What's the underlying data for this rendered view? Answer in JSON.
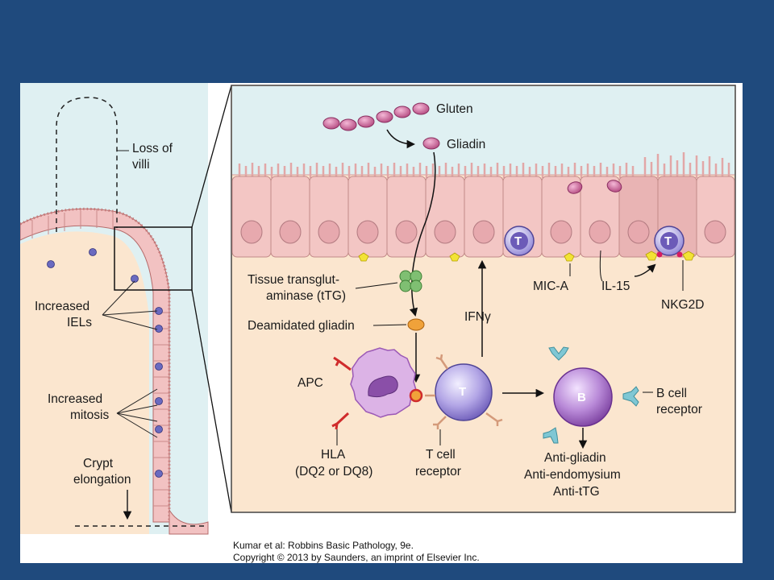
{
  "labels": {
    "loss_of_villi": [
      "Loss of",
      "villi"
    ],
    "increased_iels": [
      "Increased",
      "IELs"
    ],
    "increased_mitosis": [
      "Increased",
      "mitosis"
    ],
    "crypt_elongation": [
      "Crypt",
      "elongation"
    ],
    "gluten": "Gluten",
    "gliadin": "Gliadin",
    "ttg": [
      "Tissue transglut-",
      "aminase (tTG)"
    ],
    "deamidated_gliadin": "Deamidated gliadin",
    "ifn": "IFNγ",
    "mica": "MIC-A",
    "il15": "IL-15",
    "nkg2d": "NKG2D",
    "apc": "APC",
    "hla": [
      "HLA",
      "(DQ2 or DQ8)"
    ],
    "tcr": [
      "T cell",
      "receptor"
    ],
    "bcr": [
      "B cell",
      "receptor"
    ],
    "antibodies": [
      "Anti-gliadin",
      "Anti-endomysium",
      "Anti-tTG"
    ],
    "t_cell": "T",
    "b_cell": "B"
  },
  "credit": {
    "line1": "Kumar et al: Robbins Basic Pathology, 9e.",
    "line2": "Copyright © 2013  by Saunders, an imprint of Elsevier Inc."
  },
  "colors": {
    "background": "#1f4a7d",
    "lumen": "#dff0f2",
    "lamina": "#fbe6cf",
    "epithelium": "#f2c2c2",
    "gliadin": "#c0558d",
    "ttg": "#7fbf72",
    "tcell": "#8a78c6",
    "bcell": "#8e5ab0",
    "apc": "#d4a6dd"
  }
}
